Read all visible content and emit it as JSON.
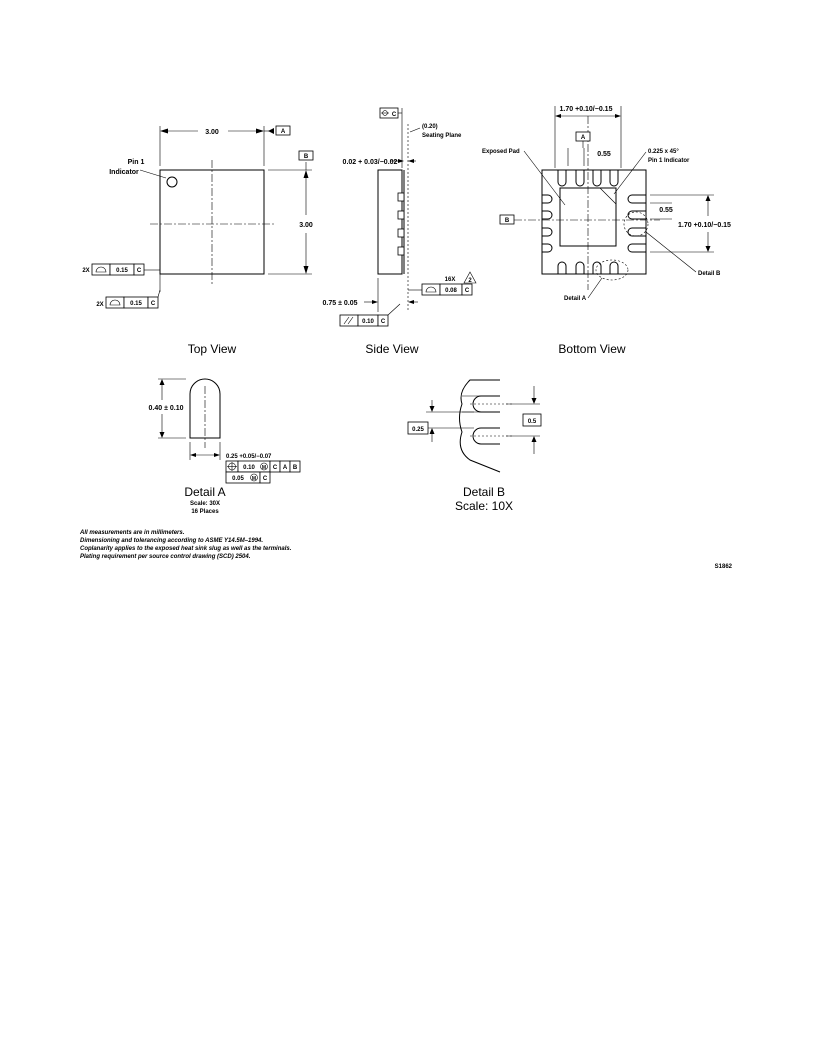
{
  "top_view": {
    "title": "Top View",
    "dim_width": "3.00",
    "dim_height": "3.00",
    "pin1_label_1": "Pin 1",
    "pin1_label_2": "Indicator",
    "datum_a": "A",
    "datum_b": "B",
    "fcf1_count": "2X",
    "fcf1_tol": "0.15",
    "fcf1_datum": "C",
    "fcf2_count": "2X",
    "fcf2_tol": "0.15",
    "fcf2_datum": "C"
  },
  "side_view": {
    "title": "Side View",
    "seating_1": "(0.20)",
    "seating_2": "Seating Plane",
    "dim_standoff": "0.02 + 0.03/−0.02",
    "dim_height": "0.75 ± 0.05",
    "count": "16X",
    "note_flag": "2",
    "fcf_tol": "0.08",
    "fcf_datum": "C",
    "par_tol": "0.10",
    "par_datum": "C",
    "datum_c": "C"
  },
  "bottom_view": {
    "title": "Bottom View",
    "dim_top": "1.70 +0.10/−0.15",
    "dim_right": "1.70 +0.10/−0.15",
    "exposed_pad": "Exposed Pad",
    "pitch_top": "0.55",
    "pitch_right": "0.55",
    "chamfer": "0.225 x 45°",
    "pin1": "Pin 1 Indicator",
    "detail_b": "Detail B",
    "detail_a": "Detail A",
    "datum_a": "A",
    "datum_b": "B"
  },
  "detail_a": {
    "title": "Detail A",
    "scale": "Scale: 30X",
    "places": "16 Places",
    "dim_length": "0.40 ± 0.10",
    "dim_width": "0.25 +0.05/−0.07",
    "fcf1_tol": "0.10",
    "fcf1_mod": "M",
    "fcf1_d1": "C",
    "fcf1_d2": "A",
    "fcf1_d3": "B",
    "fcf2_tol": "0.05",
    "fcf2_mod": "M",
    "fcf2_d1": "C"
  },
  "detail_b": {
    "title": "Detail B",
    "scale": "Scale: 10X",
    "dim_left": "0.25",
    "dim_right": "0.5"
  },
  "notes": [
    "All measurements are in millimeters.",
    "Dimensioning and tolerancing according to ASME Y14.5M–1994.",
    "Coplanarity applies to the exposed heat sink slug as well as the terminals.",
    "Plating requirement per source control drawing (SCD) 2504."
  ],
  "drawing_number": "S1862"
}
